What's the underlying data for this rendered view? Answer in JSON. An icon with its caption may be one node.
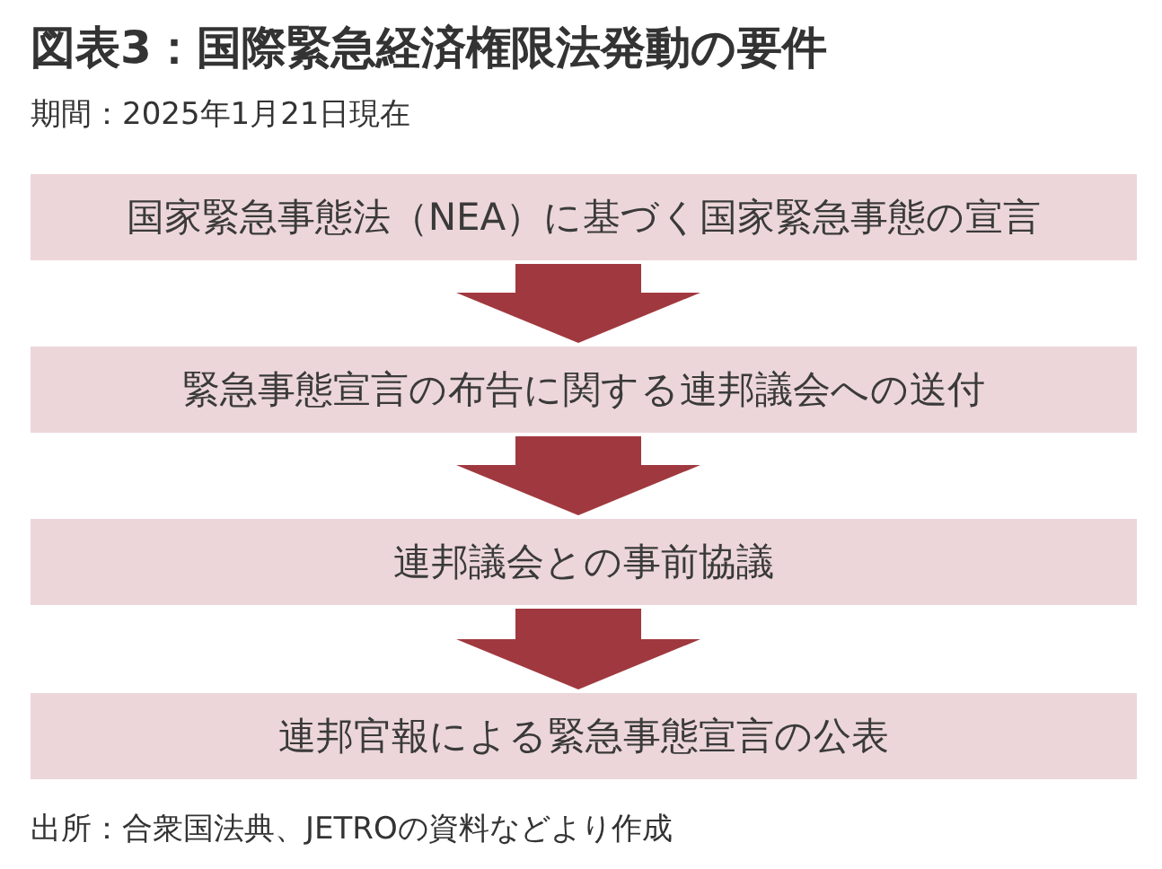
{
  "diagram": {
    "title": "図表3：国際緊急経済権限法発動の要件",
    "nodes": [
      {
        "text": [
          "国家緊急事態法（NEA）に基づく国家緊急事態の宣言"
        ]
      },
      {
        "text": [
          "緊急事態宣言の布告に関する連邦議会への送付"
        ]
      },
      {
        "text": [
          "連邦議会との事前協議"
        ]
      },
      {
        "text": [
          "連邦官報による緊急事態宣言の公表"
        ]
      }
    ],
    "edges": [
      {
        "from": 0,
        "to": 1,
        "arrow": "to"
      },
      {
        "from": 1,
        "to": 2,
        "arrow": "to"
      },
      {
        "from": 2,
        "to": 3,
        "arrow": "to"
      }
    ],
    "labels": [
      "期間：2025年1月21日現在",
      "出所：合衆国法典、JETROの資料などより作成"
    ]
  }
}
